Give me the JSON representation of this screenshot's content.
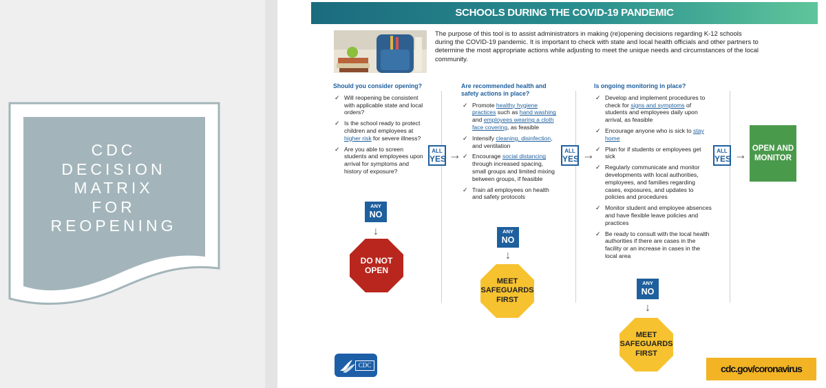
{
  "slide": {
    "title_lines": [
      "CDC",
      "DECISION",
      "MATRIX",
      "FOR",
      "REOPENING"
    ],
    "banner_color": "#a3b5ba"
  },
  "document": {
    "header_title": "SCHOOLS DURING THE COVID-19 PANDEMIC",
    "intro": "The purpose of this tool is to assist administrators in making (re)opening decisions regarding K-12 schools during the COVID-19 pandemic. It is important to check with state and local health officials and other partners to determine the most appropriate actions while adjusting to meet the unique needs and circumstances of the local community.",
    "col1": {
      "question": "Should you consider opening?",
      "items": [
        "Will reopening be consistent with applicable state and local orders?",
        "Is the school ready to protect children and employees at higher risk for severe illness?",
        "Are you able to screen students and employees upon arrival for symptoms and history of exposure?"
      ]
    },
    "col2": {
      "question": "Are recommended health and safety actions in place?",
      "items": [
        "Promote healthy hygiene practices such as hand washing and employees wearing a cloth face covering, as feasible",
        "Intensify cleaning, disinfection, and ventilation",
        "Encourage social distancing through increased spacing, small groups and limited mixing between groups, if feasible",
        "Train all employees on health and safety protocols"
      ]
    },
    "col3": {
      "question": "Is ongoing monitoring in place?",
      "items": [
        "Develop and implement procedures to check for signs and symptoms of students and employees daily upon arrival, as feasible",
        "Encourage anyone who is sick to stay home",
        "Plan for if students or employees get sick",
        "Regularly communicate and monitor developments with local authorities, employees, and families regarding cases, exposures, and updates to policies and procedures",
        "Monitor student and employee absences and have flexible leave policies and practices",
        "Be ready to consult with the local health authorities if there are cases in the facility or an increase in cases in the local area"
      ]
    },
    "all_yes": {
      "small": "ALL",
      "big": "YES"
    },
    "any_no": {
      "small": "ANY",
      "big": "NO"
    },
    "outcome_stop": "DO NOT OPEN",
    "outcome_safeguards": "MEET SAFEGUARDS FIRST",
    "outcome_open": "OPEN AND MONITOR",
    "logo_text": "CDC",
    "url": "cdc.gov/coronavirus",
    "colors": {
      "header": "#1b6b7e",
      "link": "#1e5f9e",
      "stop": "#b8261d",
      "safeguard": "#f7c22f",
      "open": "#4a9a4c",
      "url_box": "#f2b324"
    }
  }
}
